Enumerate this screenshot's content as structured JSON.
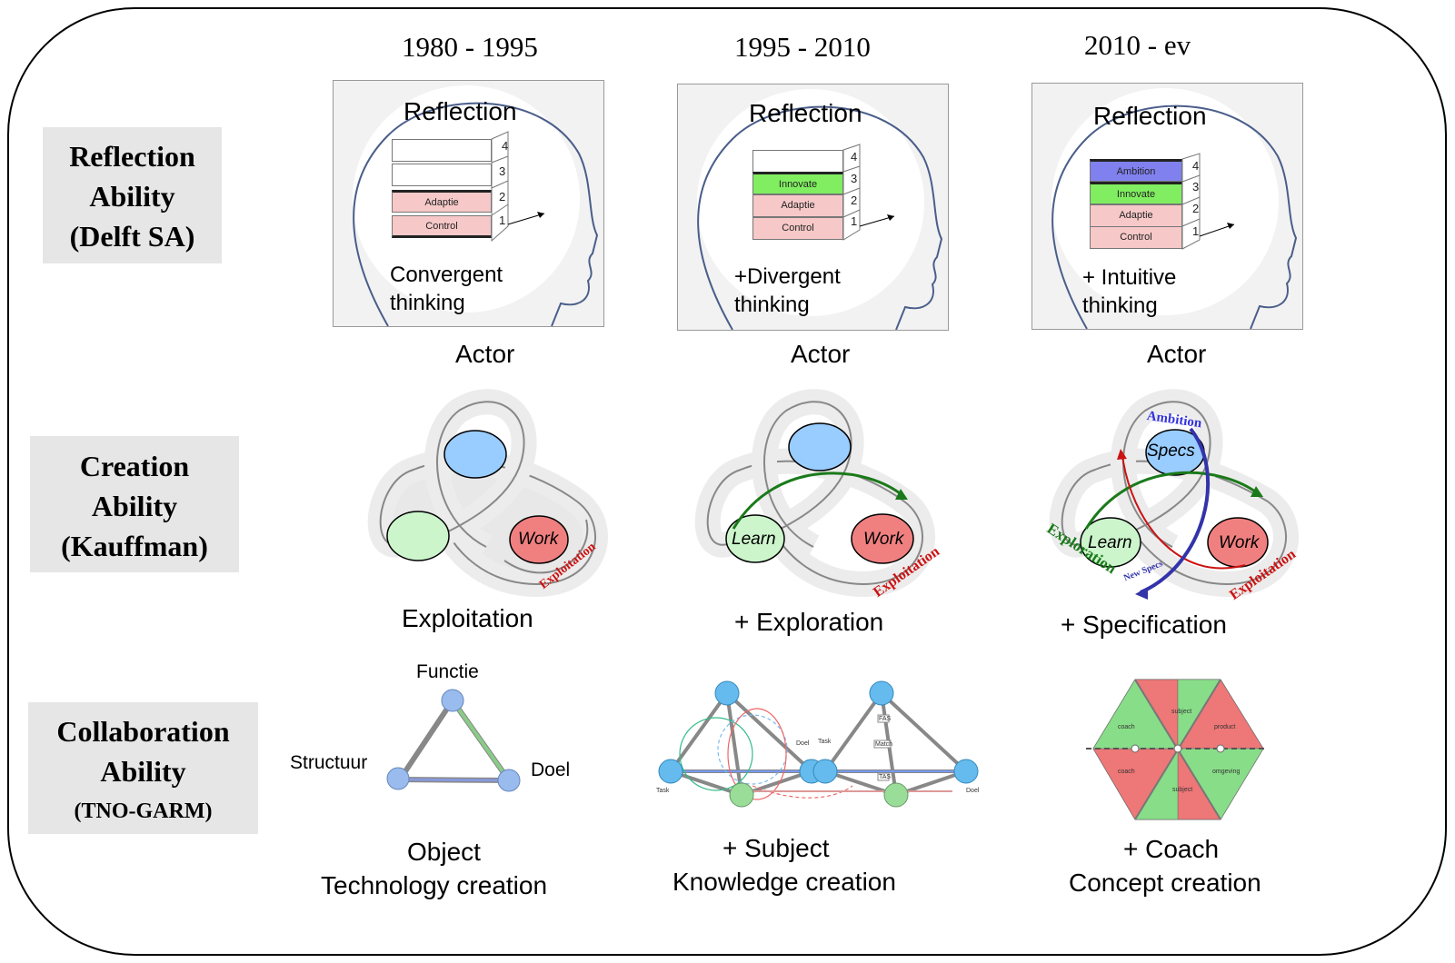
{
  "periods": [
    "1980 - 1995",
    "1995 - 2010",
    "2010 - ev"
  ],
  "rows": {
    "reflection": {
      "line1": "Reflection",
      "line2": "Ability",
      "line3": "(Delft SA)"
    },
    "creation": {
      "line1": "Creation",
      "line2": "Ability",
      "line3": "(Kauffman)"
    },
    "collaboration": {
      "line1": "Collaboration",
      "line2": "Ability",
      "line3": "(TNO-GARM)"
    }
  },
  "reflection_panels": [
    {
      "title": "Reflection",
      "thinking1": "Convergent",
      "thinking2": "thinking",
      "caption": "Actor",
      "blocks": [
        "",
        "",
        "Adaptie",
        "Control"
      ],
      "numbers": [
        "4",
        "3",
        "2",
        "1"
      ]
    },
    {
      "title": "Reflection",
      "thinking1": "+Divergent",
      "thinking2": "thinking",
      "caption": "Actor",
      "blocks": [
        "",
        "Innovate",
        "Adaptie",
        "Control"
      ],
      "numbers": [
        "4",
        "3",
        "2",
        "1"
      ]
    },
    {
      "title": "Reflection",
      "thinking1": "+ Intuitive",
      "thinking2": "thinking",
      "caption": "Actor",
      "blocks": [
        "Ambition",
        "Innovate",
        "Adaptie",
        "Control"
      ],
      "numbers": [
        "4",
        "3",
        "2",
        "1"
      ]
    }
  ],
  "block_colors": {
    "ambition": "#8080ee",
    "innovate": "#80ee60",
    "adaptie": "#f6c8c8",
    "control": "#f6c8c8",
    "empty": "#ffffff"
  },
  "creation_panels": [
    {
      "caption": "Exploitation",
      "work": "Work",
      "exploitation": "Exploitation"
    },
    {
      "caption": "+ Exploration",
      "learn": "Learn",
      "work": "Work",
      "exploitation": "Exploitation"
    },
    {
      "caption": "+ Specification",
      "learn": "Learn",
      "work": "Work",
      "specs": "Specs",
      "exploitation": "Exploitation",
      "exploration": "Exploration",
      "ambition": "Ambition",
      "new_specs": "New Specs"
    }
  ],
  "knot_colors": {
    "blue": "#99ccff",
    "green": "#ccf5cc",
    "red": "#f08080",
    "arrow_green": "#1a7a1a",
    "arrow_red": "#cc1111",
    "arrow_blue": "#3333aa"
  },
  "collaboration_panels": [
    {
      "top": "Functie",
      "left": "Structuur",
      "right": "Doel",
      "caption1": "Object",
      "caption2": "Technology creation"
    },
    {
      "caption1": "+ Subject",
      "caption2": "Knowledge creation",
      "tiny": {
        "task_l": "Task",
        "doel": "Doel",
        "task": "Task",
        "fas": "FAS",
        "match": "Match",
        "tas": "TAS",
        "doel_r": "Doel"
      }
    },
    {
      "caption1": "+ Coach",
      "caption2": "Concept creation",
      "tiny": {
        "coach_tl": "coach",
        "subject_t": "subject",
        "product": "product",
        "coach_bl": "coach",
        "subject_b": "subject",
        "omgeving": "omgeving"
      }
    }
  ]
}
